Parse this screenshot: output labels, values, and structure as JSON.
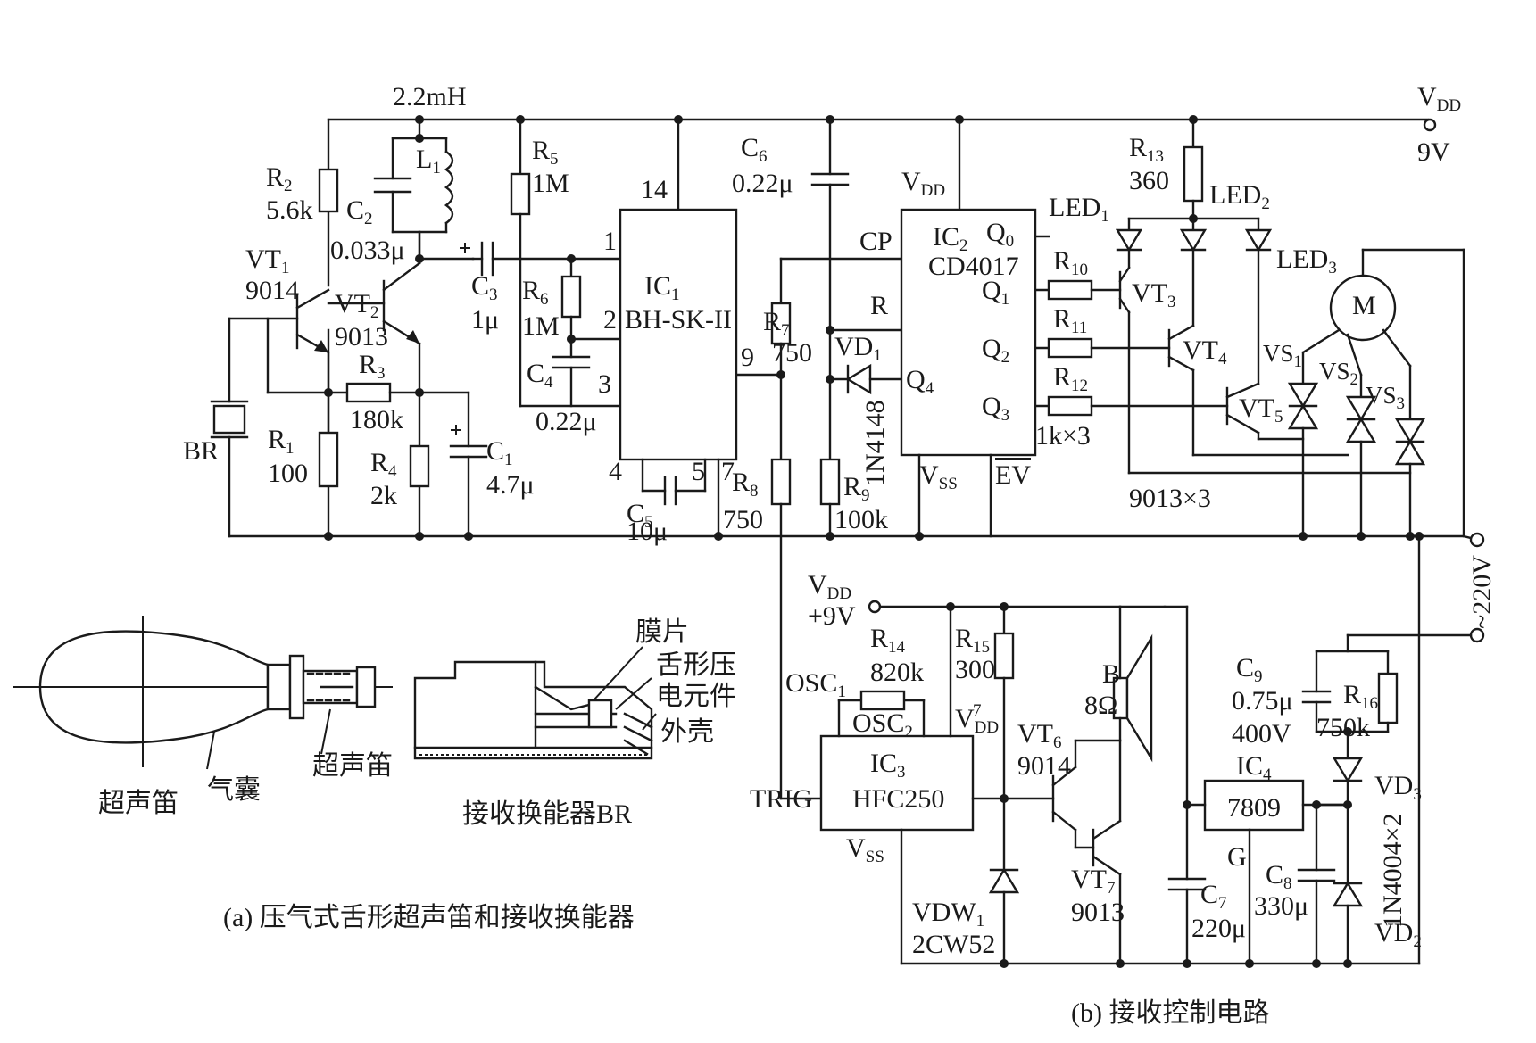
{
  "components": {
    "L1_value": "2.2mH",
    "VDD": "V",
    "VDD_sub": "DD",
    "VDD_volt": "9V",
    "R2": "R",
    "R2_sub": "2",
    "R2_val": "5.6k",
    "C2": "C",
    "C2_sub": "2",
    "C2_val": "0.033μ",
    "L1": "L",
    "L1_sub": "1",
    "R5": "R",
    "R5_sub": "5",
    "R5_val": "1M",
    "C6": "C",
    "C6_sub": "6",
    "C6_val": "0.22μ",
    "VT1": "VT",
    "VT1_sub": "1",
    "VT1_val": "9014",
    "VT2": "VT",
    "VT2_sub": "2",
    "VT2_val": "9013",
    "C3": "C",
    "C3_sub": "3",
    "C3_val": "1μ",
    "R6": "R",
    "R6_sub": "6",
    "R6_val": "1M",
    "C4": "C",
    "C4_sub": "4",
    "C4_val": "0.22μ",
    "R3": "R",
    "R3_sub": "3",
    "R3_val": "180k",
    "R1": "R",
    "R1_sub": "1",
    "R1_val": "100",
    "R4": "R",
    "R4_sub": "4",
    "R4_val": "2k",
    "C1": "C",
    "C1_sub": "1",
    "C1_val": "4.7μ",
    "BR": "BR",
    "IC1": "IC",
    "IC1_sub": "1",
    "IC1_val": "BH-SK-II",
    "IC1_pins": [
      "14",
      "1",
      "2",
      "3",
      "9",
      "4",
      "5",
      "7"
    ],
    "C5": "C",
    "C5_sub": "5",
    "C5_val": "10μ",
    "R7": "R",
    "R7_sub": "7",
    "R7_val": "750",
    "R8": "R",
    "R8_sub": "8",
    "R8_val": "750",
    "VD1": "VD",
    "VD1_sub": "1",
    "VD1_val": "1N4148",
    "R9": "R",
    "R9_sub": "9",
    "R9_val": "100k",
    "IC2": "IC",
    "IC2_sub": "2",
    "IC2_val": "CD4017",
    "IC2_pins": {
      "vdd": "V",
      "vdd_sub": "DD",
      "cp": "CP",
      "r": "R",
      "q0": "Q",
      "q0_sub": "0",
      "q1": "Q",
      "q1_sub": "1",
      "q2": "Q",
      "q2_sub": "2",
      "q3": "Q",
      "q3_sub": "3",
      "q4": "Q",
      "q4_sub": "4",
      "vss": "V",
      "vss_sub": "SS",
      "ev": "EV"
    },
    "R13": "R",
    "R13_sub": "13",
    "R13_val": "360",
    "LED1": "LED",
    "LED1_sub": "1",
    "LED2": "LED",
    "LED2_sub": "2",
    "LED3": "LED",
    "LED3_sub": "3",
    "R10": "R",
    "R10_sub": "10",
    "R11": "R",
    "R11_sub": "11",
    "R12": "R",
    "R12_sub": "12",
    "R12_val": "1k×3",
    "VT3": "VT",
    "VT3_sub": "3",
    "VT4": "VT",
    "VT4_sub": "4",
    "VT5": "VT",
    "VT5_sub": "5",
    "VT_val": "9013×3",
    "M": "M",
    "VS1": "VS",
    "VS1_sub": "1",
    "VS2": "VS",
    "VS2_sub": "2",
    "VS3": "VS",
    "VS3_sub": "3",
    "AC": "~220V",
    "VDD2": "V",
    "VDD2_sub": "DD",
    "VDD2_val": "+9V",
    "R14": "R",
    "R14_sub": "14",
    "R14_val": "820k",
    "R15": "R",
    "R15_sub": "15",
    "R15_val": "300",
    "OSC1": "OSC",
    "OSC1_sub": "1",
    "OSC2": "OSC",
    "OSC2_sub": "2",
    "IC3_vdd": "V",
    "IC3_vdd_sub": "DD",
    "IC3_vdd_sup": "7",
    "IC3": "IC",
    "IC3_sub": "3",
    "IC3_val": "HFC250",
    "TRIG": "TRIG",
    "IC3_vss": "V",
    "IC3_vss_sub": "SS",
    "VT6": "VT",
    "VT6_sub": "6",
    "VT6_val": "9014",
    "VT7": "VT",
    "VT7_sub": "7",
    "VT7_val": "9013",
    "B": "B",
    "B_val": "8Ω",
    "VDW1": "VDW",
    "VDW1_sub": "1",
    "VDW1_val": "2CW52",
    "C9": "C",
    "C9_sub": "9",
    "C9_val": "0.75μ",
    "C9_v": "400V",
    "R16": "R",
    "R16_sub": "16",
    "R16_val": "750k",
    "IC4": "IC",
    "IC4_sub": "4",
    "IC4_val": "7809",
    "IC4_g": "G",
    "C7": "C",
    "C7_sub": "7",
    "C7_val": "220μ",
    "C8": "C",
    "C8_sub": "8",
    "C8_val": "330μ",
    "VD3": "VD",
    "VD3_sub": "3",
    "VD2": "VD",
    "VD2_sub": "2",
    "VD23_val": "1N4004×2"
  },
  "part_a": {
    "whistle_label": "超声笛",
    "bag_label": "气囊",
    "whistle_label2": "超声笛",
    "film_label": "膜片",
    "tongue_label_1": "舌形压",
    "tongue_label_2": "电元件",
    "shell_label": "外壳",
    "receiver_label": "接收换能器BR",
    "caption": "(a) 压气式舌形超声笛和接收换能器"
  },
  "part_b": {
    "caption": "(b) 接收控制电路"
  }
}
